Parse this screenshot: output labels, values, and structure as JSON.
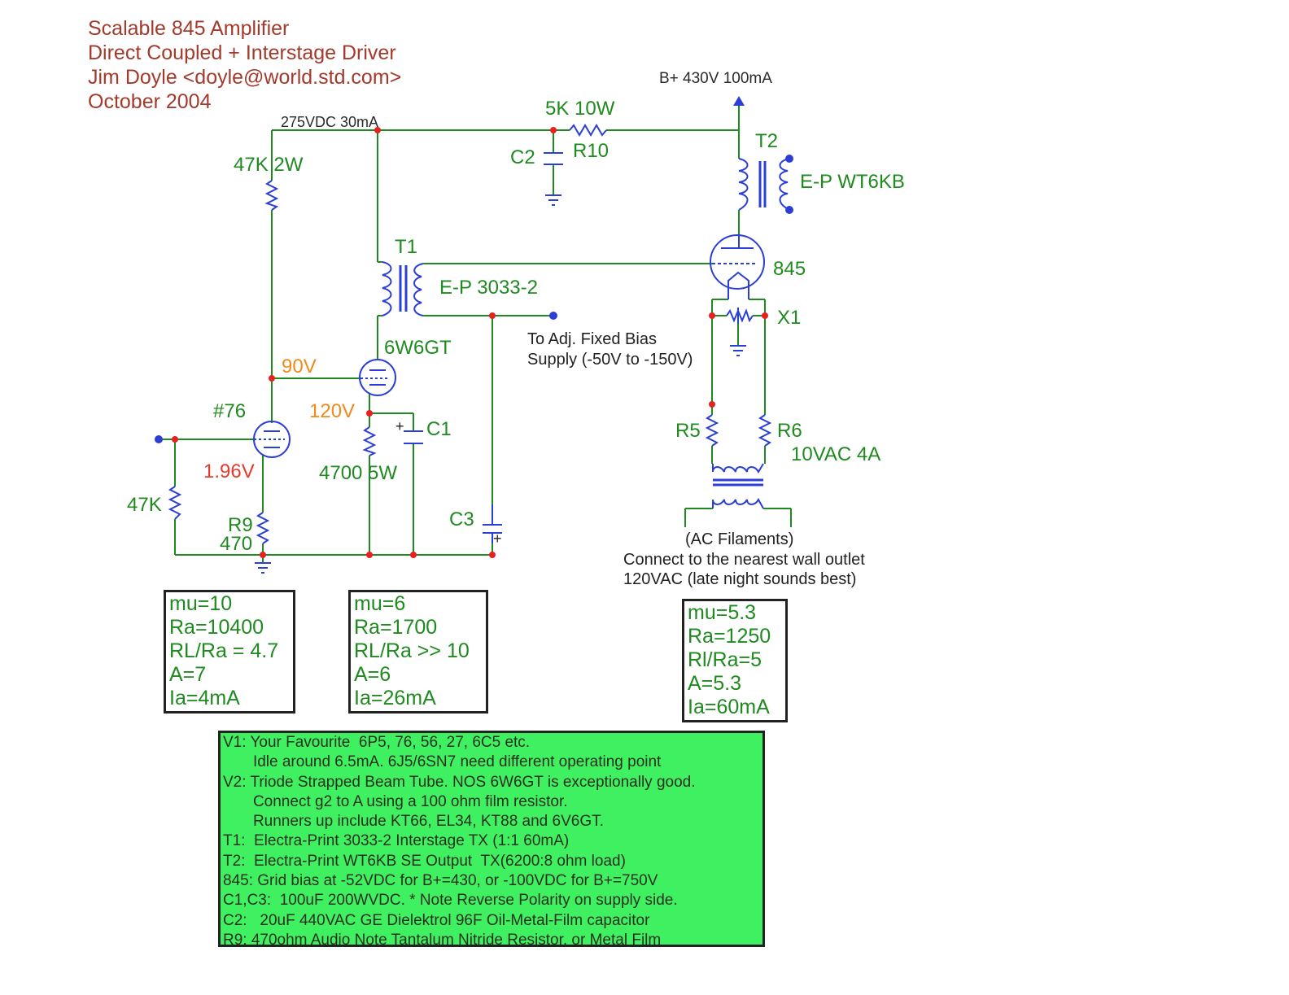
{
  "header": {
    "line1": "Scalable 845 Amplifier",
    "line2": "Direct Coupled + Interstage Driver",
    "line3": "Jim Doyle  <doyle@world.std.com>",
    "line4": "October 2004"
  },
  "labels": {
    "bplus": "B+ 430V 100mA",
    "vdc275": "275VDC 30mA",
    "r10_value": "5K 10W",
    "r10": "R10",
    "c2": "C2",
    "t2": "T2",
    "t2_part": "E-P WT6KB",
    "r_47k2w": "47K 2W",
    "t1": "T1",
    "t1_part": "E-P 3033-2",
    "tube845": "845",
    "x1": "X1",
    "bias_line1": "To Adj. Fixed Bias",
    "bias_line2": "Supply (-50V to -150V)",
    "tube6w6": "6W6GT",
    "v90": "90V",
    "v120": "120V",
    "c1": "C1",
    "tube76": "#76",
    "v196": "1.96V",
    "r_47k": "47K",
    "r_4700": "4700 5W",
    "r9": "R9",
    "r9_value": "470",
    "c3": "C3",
    "r5": "R5",
    "r6": "R6",
    "vac10": "10VAC 4A",
    "ac_fil1": "(AC Filaments)",
    "ac_fil2": "Connect to the nearest wall outlet",
    "ac_fil3": "120VAC (late night sounds best)",
    "plus1": "+",
    "plus3": "+"
  },
  "box76": [
    "mu=10",
    "Ra=10400",
    "RL/Ra = 4.7",
    "A=7",
    "Ia=4mA"
  ],
  "box6w6": [
    "mu=6",
    "Ra=1700",
    "RL/Ra >> 10",
    "A=6",
    "Ia=26mA"
  ],
  "box845": [
    "mu=5.3",
    "Ra=1250",
    "Rl/Ra=5",
    "A=5.3",
    "Ia=60mA"
  ],
  "notes": [
    "V1: Your Favourite  6P5, 76, 56, 27, 6C5 etc.",
    "       Idle around 6.5mA. 6J5/6SN7 need different operating point",
    "V2: Triode Strapped Beam Tube. NOS 6W6GT is exceptionally good.",
    "       Connect g2 to A using a 100 ohm film resistor.",
    "       Runners up include KT66, EL34, KT88 and 6V6GT.",
    "T1:  Electra-Print 3033-2 Interstage TX (1:1 60mA)",
    "T2:  Electra-Print WT6KB SE Output  TX(6200:8 ohm load)",
    "845: Grid bias at -52VDC for B+=430, or -100VDC for B+=750V",
    "C1,C3:  100uF 200WVDC. * Note Reverse Polarity on supply side.",
    "C2:   20uF 440VAC GE Dielektrol 96F Oil-Metal-Film capacitor",
    "R9: 470ohm Audio Note Tantalum Nitride Resistor, or Metal Film"
  ],
  "colors": {
    "wire": "#1f8a1f",
    "component": "#2b3fd6",
    "node": "#e82020",
    "notes_bg": "#3ff060",
    "title": "#a33a2c"
  }
}
